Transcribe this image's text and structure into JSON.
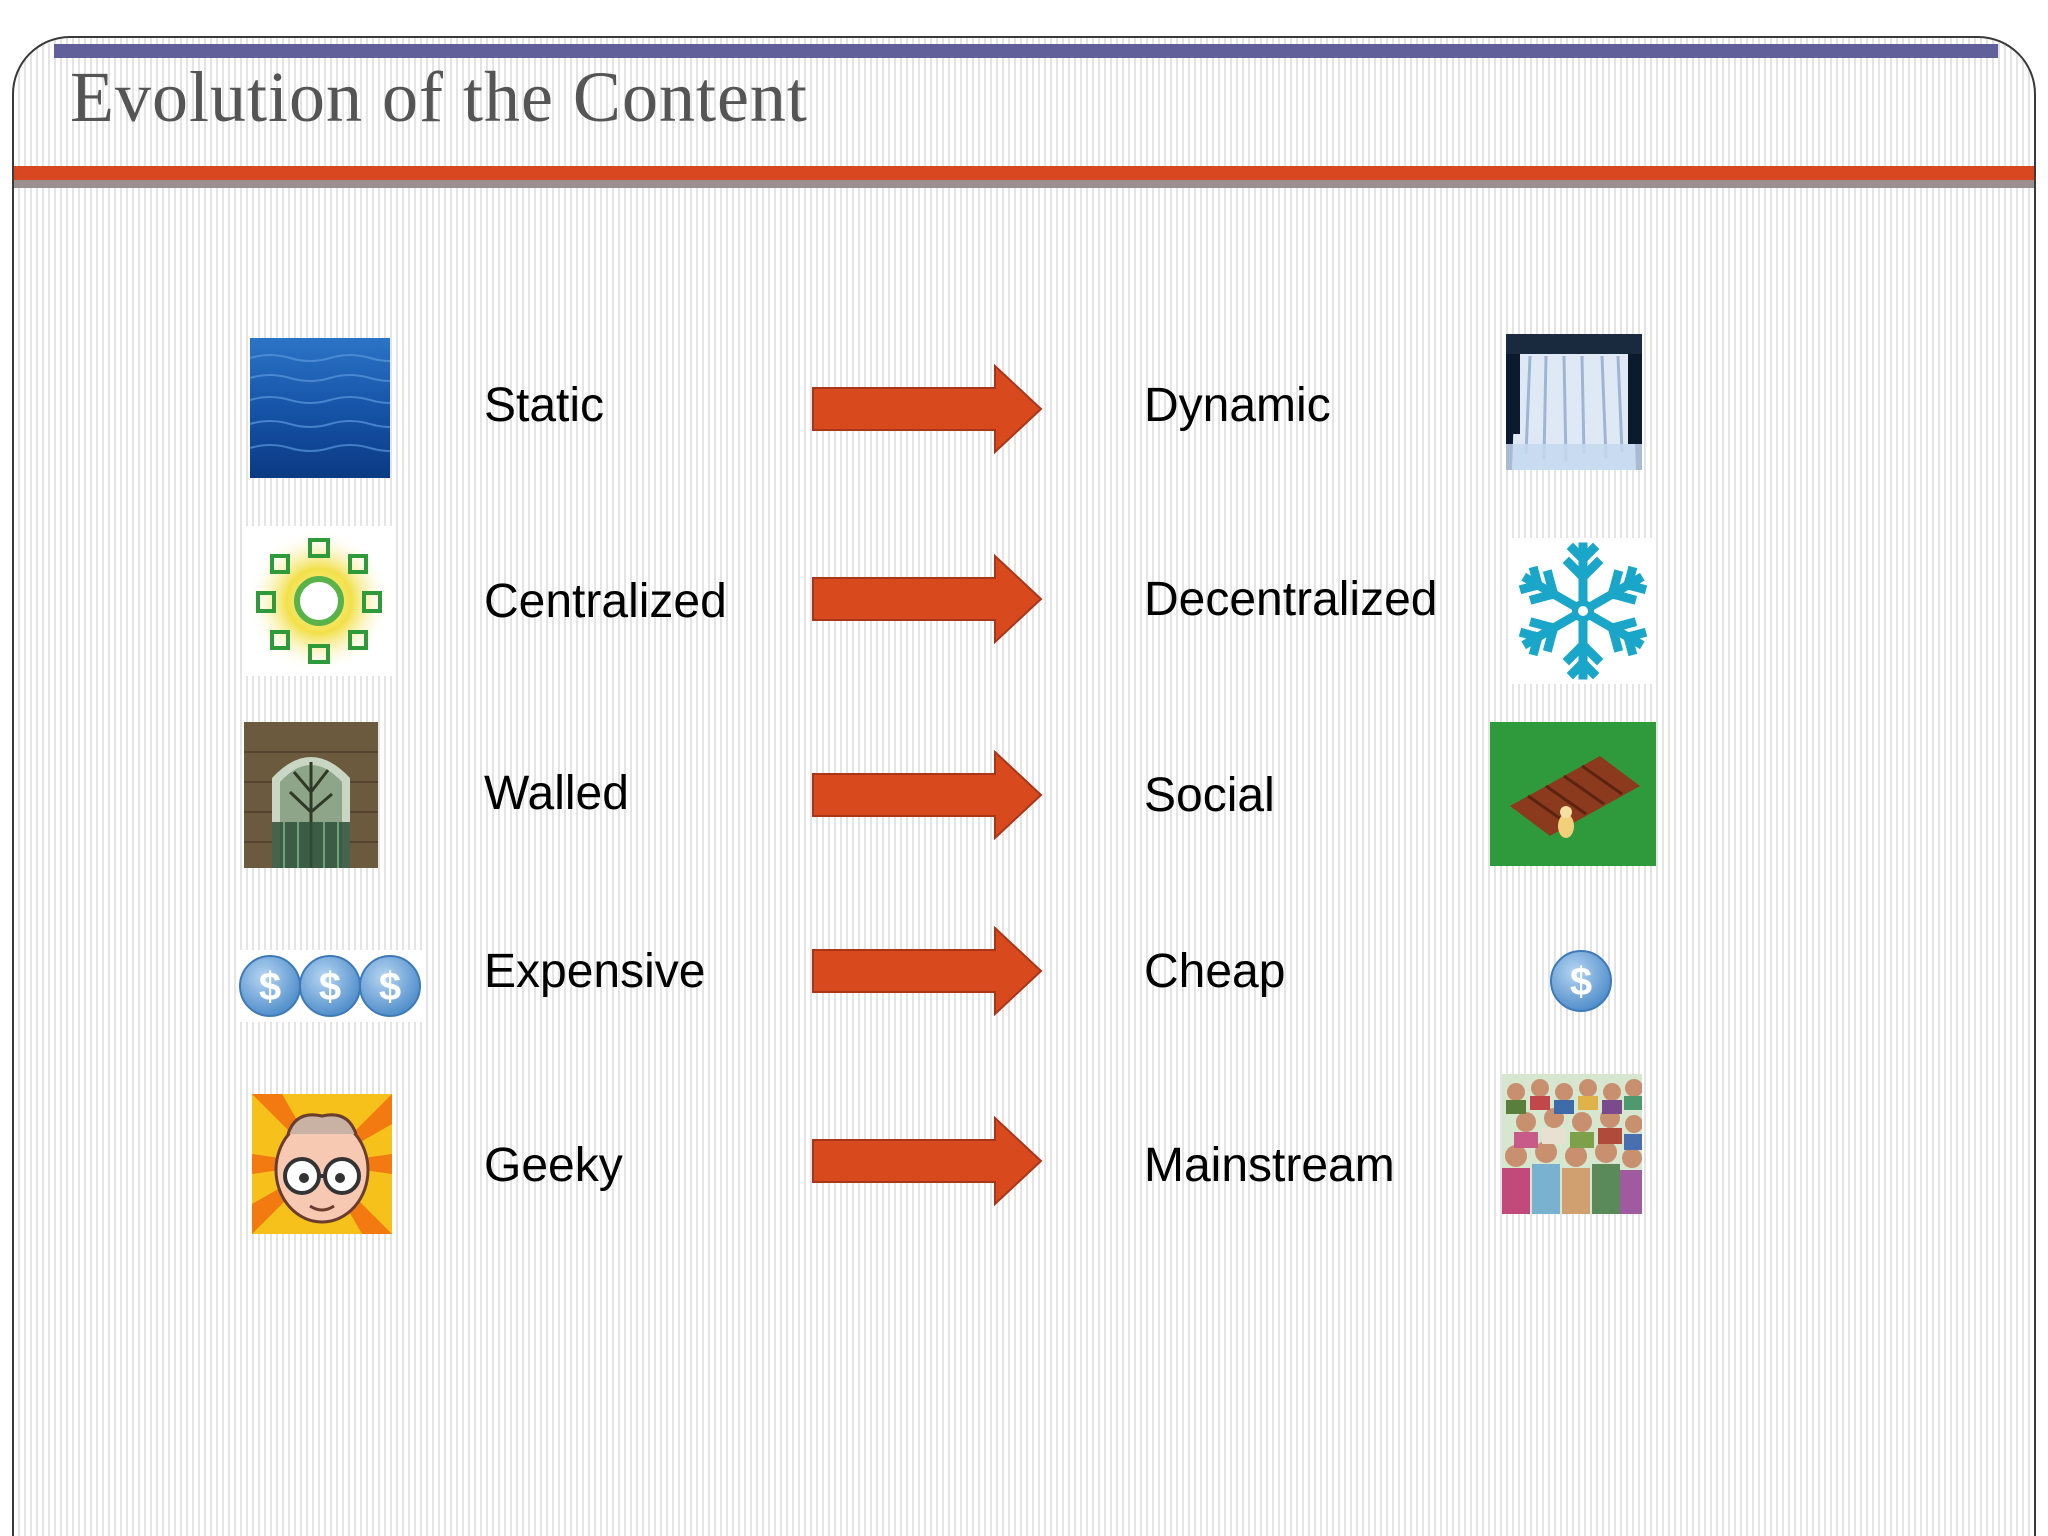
{
  "slide": {
    "title": "Evolution of the Content"
  },
  "rows": [
    {
      "from": "Static",
      "to": "Dynamic",
      "from_icon": "water-icon",
      "to_icon": "waterfall-icon"
    },
    {
      "from": "Centralized",
      "to": "Decentralized",
      "from_icon": "centralized-network-icon",
      "to_icon": "snowflake-icon"
    },
    {
      "from": "Walled",
      "to": "Social",
      "from_icon": "walled-gate-icon",
      "to_icon": "farm-plot-icon"
    },
    {
      "from": "Expensive",
      "to": "Cheap",
      "from_icon": "three-coins-icon",
      "to_icon": "single-coin-icon"
    },
    {
      "from": "Geeky",
      "to": "Mainstream",
      "from_icon": "geek-face-icon",
      "to_icon": "crowd-icon"
    }
  ],
  "colors": {
    "accent_bar": "#62609a",
    "orange_band": "#d8471f",
    "arrow_fill": "#d84a1e",
    "arrow_stroke": "#a8371a"
  }
}
